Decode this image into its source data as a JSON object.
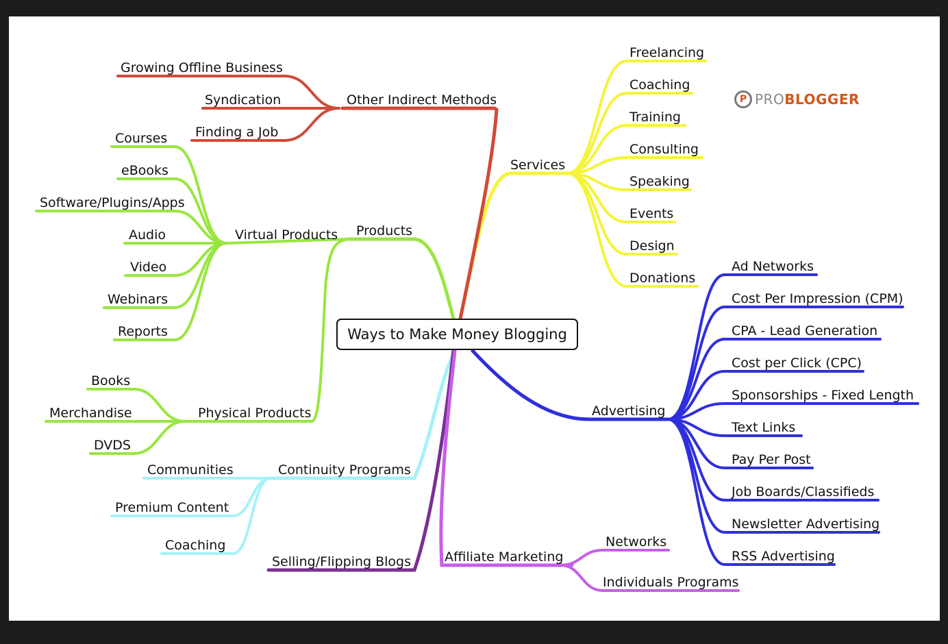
{
  "title": "Ways to Make Money Blogging",
  "logo": {
    "mark": "P",
    "pro": "PRO",
    "blogger": "BLOGGER"
  },
  "colors": {
    "other_indirect": "#d04a3a",
    "services": "#f4f43a",
    "products": "#99e640",
    "advertising": "#2f2fdc",
    "continuity": "#a5f2f8",
    "selling": "#7a2f94",
    "affiliate": "#c65ee8"
  },
  "branches": {
    "other_indirect": {
      "label": "Other Indirect Methods",
      "children": [
        "Growing Offline Business",
        "Syndication",
        "Finding a Job"
      ]
    },
    "services": {
      "label": "Services",
      "children": [
        "Freelancing",
        "Coaching",
        "Training",
        "Consulting",
        "Speaking",
        "Events",
        "Design",
        "Donations"
      ]
    },
    "products": {
      "label": "Products",
      "virtual": {
        "label": "Virtual Products",
        "children": [
          "Courses",
          "eBooks",
          "Software/Plugins/Apps",
          "Audio",
          "Video",
          "Webinars",
          "Reports"
        ]
      },
      "physical": {
        "label": "Physical Products",
        "children": [
          "Books",
          "Merchandise",
          "DVDS"
        ]
      }
    },
    "advertising": {
      "label": "Advertising",
      "children": [
        "Ad Networks",
        "Cost Per Impression (CPM)",
        "CPA - Lead Generation",
        "Cost per Click (CPC)",
        "Sponsorships - Fixed Length",
        "Text Links",
        "Pay Per Post",
        "Job Boards/Classifieds",
        "Newsletter Advertising",
        "RSS Advertising"
      ]
    },
    "continuity": {
      "label": "Continuity Programs",
      "children": [
        "Communities",
        "Premium Content",
        "Coaching"
      ]
    },
    "selling": {
      "label": "Selling/Flipping Blogs"
    },
    "affiliate": {
      "label": "Affiliate Marketing",
      "children": [
        "Networks",
        "Individuals Programs"
      ]
    }
  }
}
